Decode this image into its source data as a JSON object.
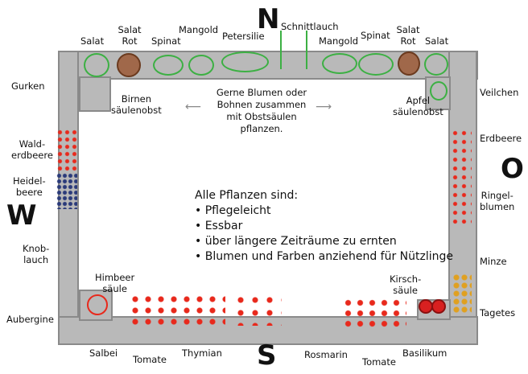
{
  "compass": {
    "north": "N",
    "south": "S",
    "east": "O",
    "west": "W"
  },
  "top_labels": [
    "Salat",
    "Salat Rot",
    "Spinat",
    "Mangold",
    "Petersilie",
    "Schnittlauch",
    "Mangold",
    "Spinat",
    "Salat Rot",
    "Salat"
  ],
  "left_labels": [
    "Gurken",
    "Walderdbeere",
    "Heidelbeere",
    "Knoblauch",
    "Aubergine"
  ],
  "left_labels_display": [
    "Gurken",
    "Wald-\nerdbeere",
    "Heidel-\nbeere",
    "Knob-\nlauch",
    "Aubergine"
  ],
  "right_labels": [
    "Veilchen",
    "Erdbeere",
    "Ringel-\nblumen",
    "Minze",
    "Tagetes"
  ],
  "bottom_labels": [
    "Salbei",
    "Tomate",
    "Thymian",
    "Rosmarin",
    "Tomate",
    "Basilikum"
  ],
  "columns": {
    "birnen": "Birnen\nsäulenobst",
    "apfel": "Apfel\nsäulenobst",
    "himbeer": "Himbeer\nsäule",
    "kirsch": "Kirsch-\nsäule"
  },
  "note": "Gerne Blumen oder\nBohnen zusammen\nmit Obstsäulen\npflanzen.",
  "info": {
    "title": "Alle Pflanzen sind:",
    "items": [
      "• Pflegeleicht",
      "• Essbar",
      "• über längere Zeiträume zu ernten",
      "• Blumen und Farben anziehend für Nützlinge"
    ]
  },
  "colors": {
    "bed": "#b9b9b9",
    "green": "#3cb043",
    "red": "#e8291c",
    "brown": "#6b3a1e"
  }
}
